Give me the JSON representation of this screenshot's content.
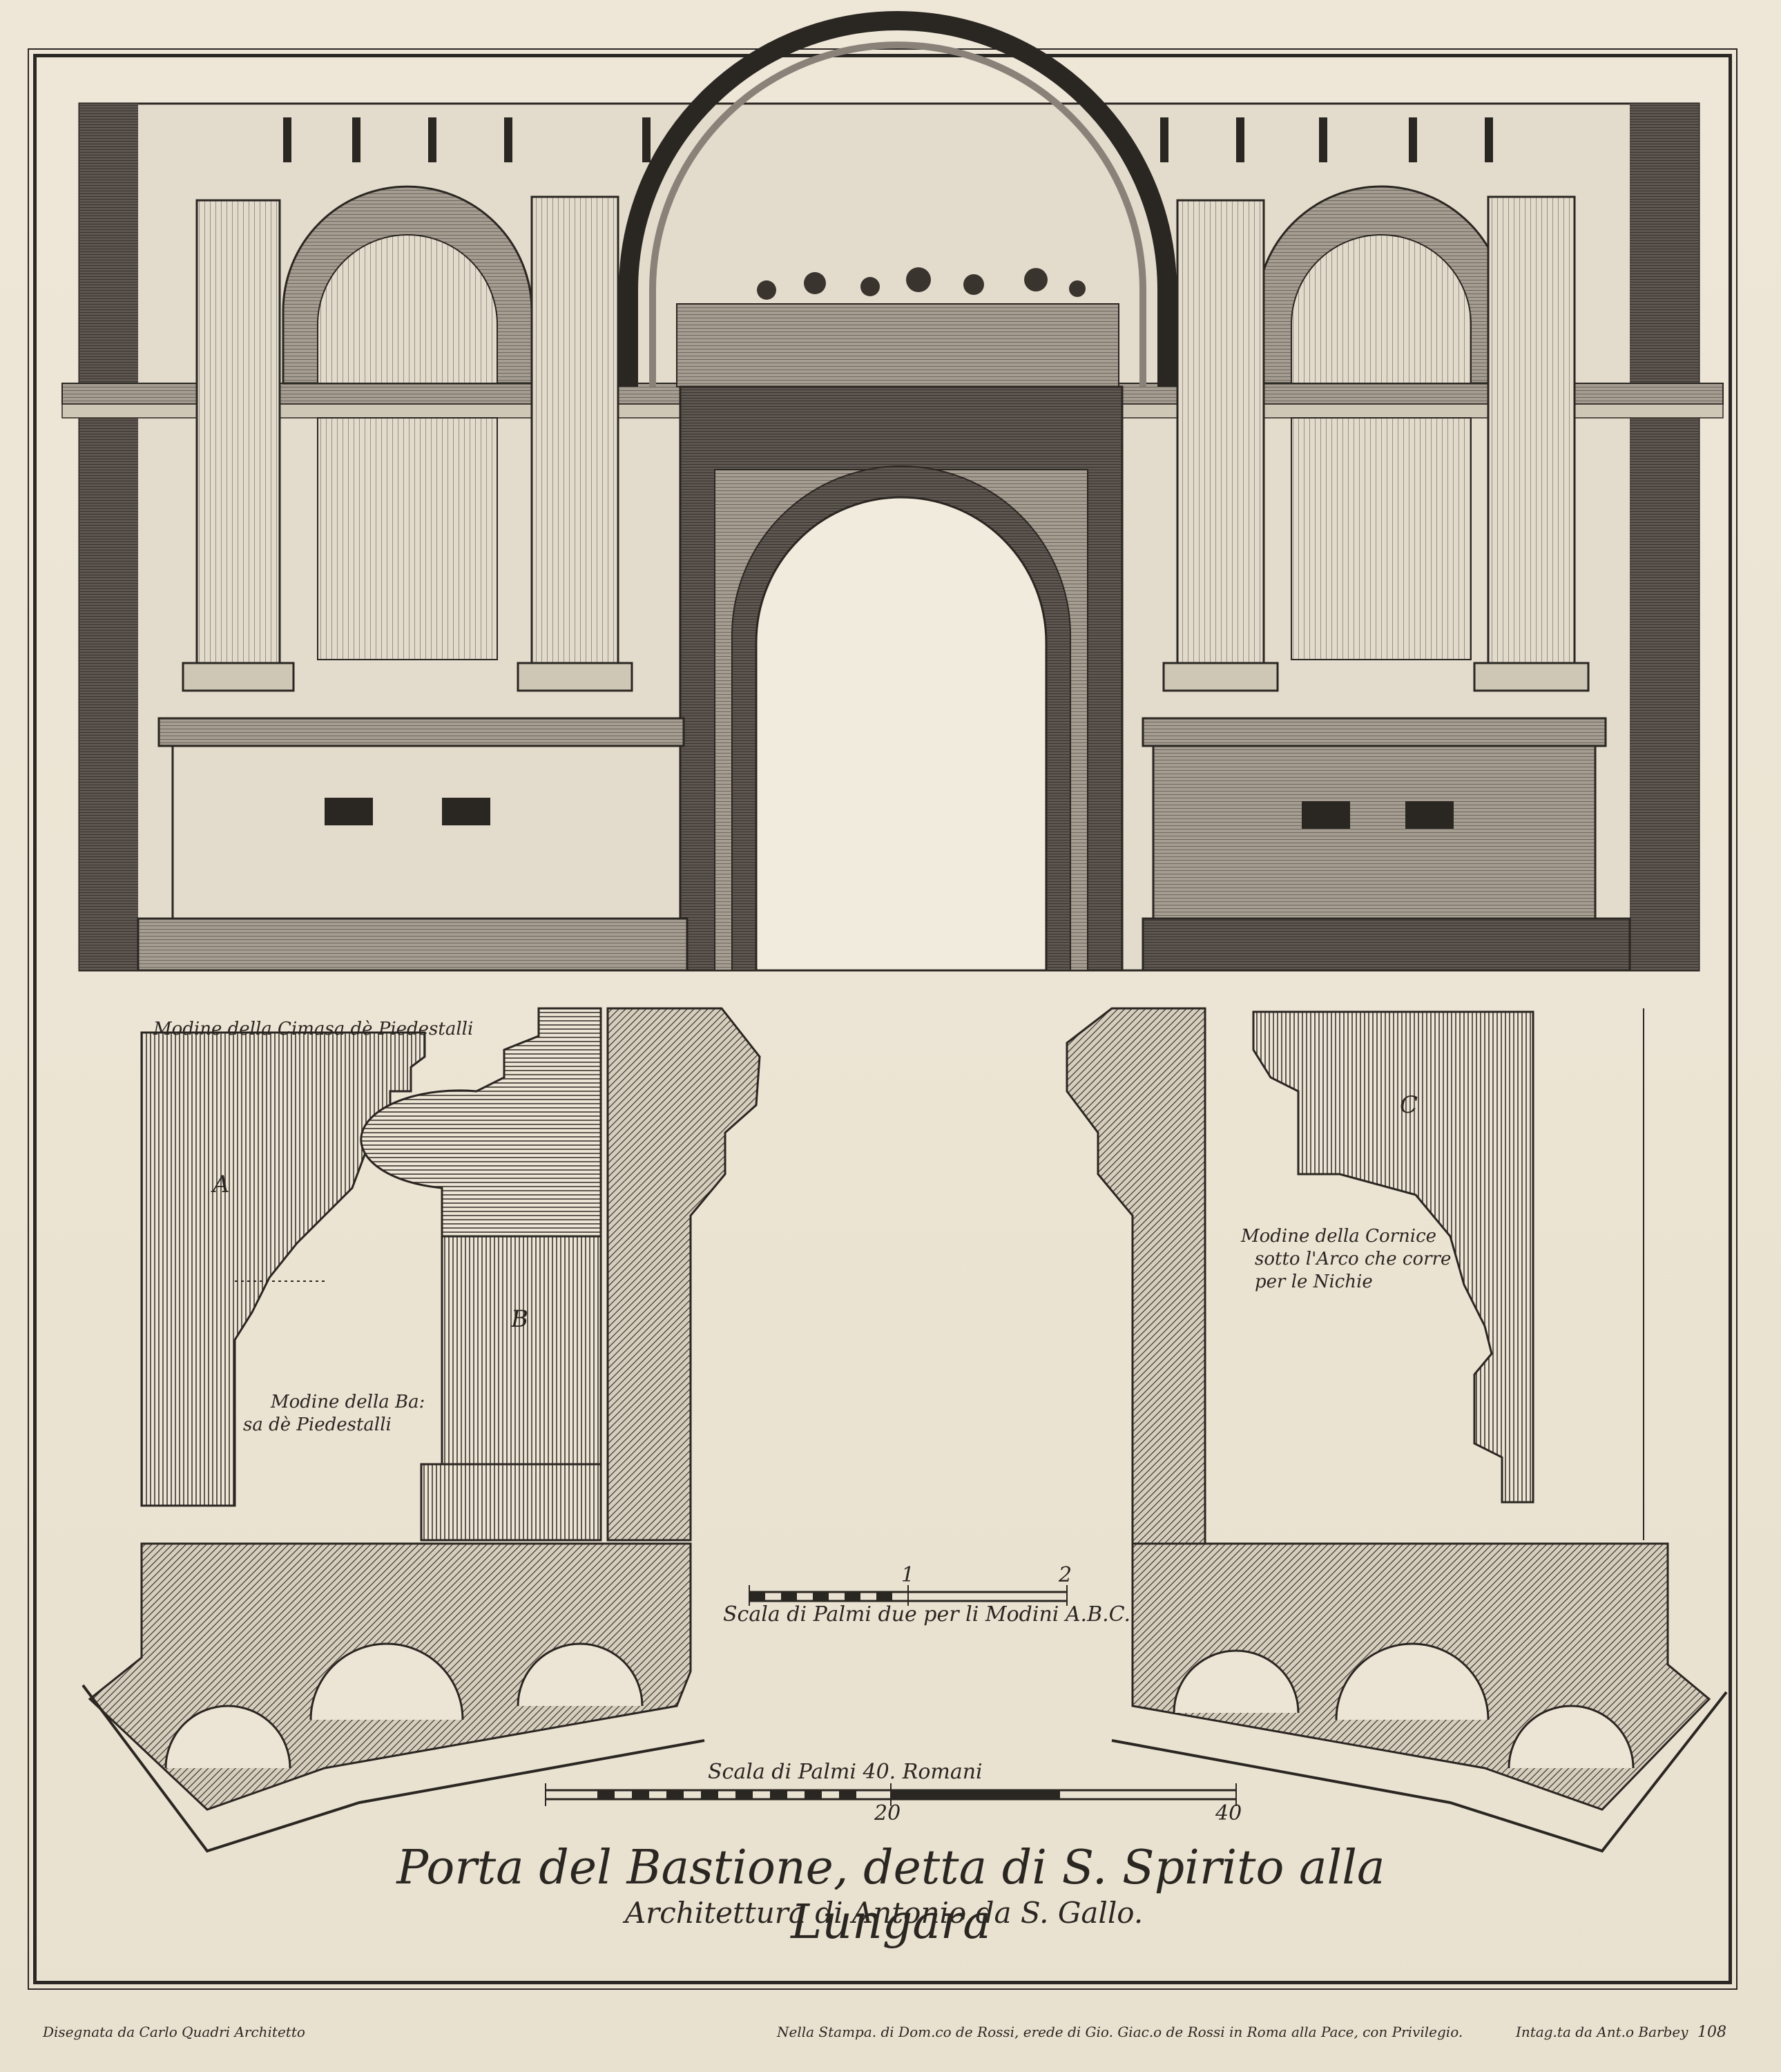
{
  "title": "Porta del Bastione, detta di S. Spirito alla Lungara",
  "subtitle": "Architettura di Antonio da S. Gallo.",
  "labels": {
    "cimasa": "Modine della Cimasa dè Piedestalli",
    "letter_a": "A",
    "letter_b": "B",
    "letter_c": "C",
    "basa_line1": "Modine della Ba:",
    "basa_line2": "sa dè Piedestalli",
    "cornice_line1": "Modine della Cornice",
    "cornice_line2": "sotto l'Arco che corre",
    "cornice_line3": "per le Nichie"
  },
  "scales": {
    "modini_caption": "Scala di Palmi due per li Modini A.B.C.",
    "modini_tick_1": "1",
    "modini_tick_2": "2",
    "romani_caption": "Scala di Palmi 40. Romani",
    "romani_tick_20": "20",
    "romani_tick_40": "40"
  },
  "footer": {
    "left": "Disegnata da Carlo Quadri Architetto",
    "center": "Nella Stampa. di Dom.co de Rossi, erede di Gio. Giac.o de Rossi in Roma alla Pace, con Privilegio.",
    "right": "Intag.ta da Ant.o Barbey",
    "plate_number": "108"
  },
  "colors": {
    "ink": "#2a2622",
    "paper": "#ede6d6",
    "shade": "#6f6760"
  }
}
